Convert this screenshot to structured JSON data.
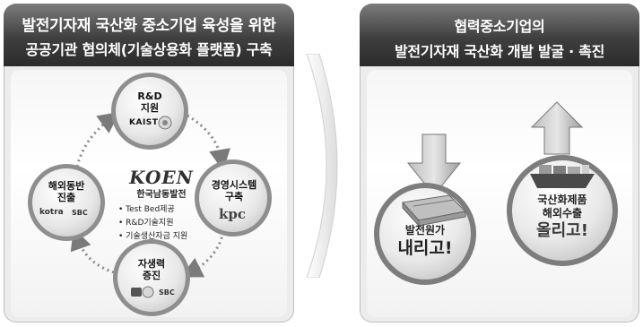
{
  "left_panel": {
    "title_line1": "발전기자재 국산화 중소기업 육성을 위한",
    "title_line2": "공공기관 협의체(기술상용화 플랫폼) 구축",
    "center": {
      "logo": "KOEN",
      "org_name": "한국남동발전",
      "bullets": [
        "Test Bed제공",
        "R&D기술지원",
        "기술생산자금 지원"
      ]
    },
    "nodes": {
      "rd": {
        "line1": "R&D",
        "line2": "지원",
        "logo": "KAIST"
      },
      "management": {
        "line1": "경영시스템",
        "line2": "구축",
        "logo": "kpc"
      },
      "selfreliance": {
        "line1": "자생력",
        "line2": "증진",
        "logo": "SBC"
      },
      "overseas": {
        "line1": "해외동반",
        "line2": "진출",
        "logo1": "kotra",
        "logo2": "SBC"
      }
    }
  },
  "right_panel": {
    "title_line1": "협력중소기업의",
    "title_line2": "발전기자재  국산화 개발   발굴 · 촉진",
    "left_sphere": {
      "line1": "발전원가",
      "line2": "내리고!"
    },
    "right_sphere": {
      "line1": "국산화제품",
      "line2": "해외수출",
      "line3": "올리고!"
    }
  },
  "colors": {
    "header_dark": "#2b2b2b",
    "panel_bg": "#ececec",
    "ring": "#9a9a9a"
  },
  "icons": [
    "arrow-down-icon",
    "arrow-up-icon",
    "chevron-right-icon",
    "money-stack-icon",
    "cargo-ship-icon",
    "emblem-icon"
  ]
}
